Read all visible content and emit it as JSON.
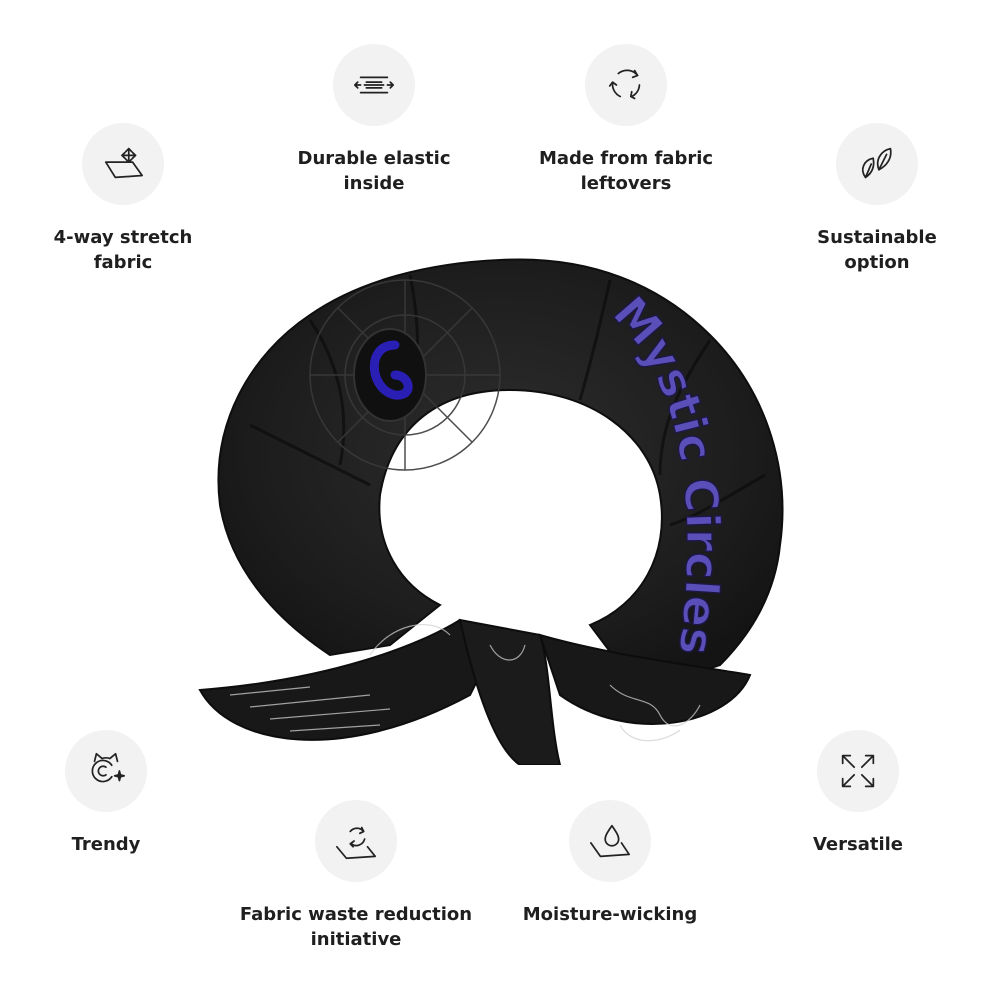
{
  "features": {
    "stretch": {
      "label": "4-way stretch\nfabric",
      "icon": "stretch-arrows-icon"
    },
    "elastic": {
      "label": "Durable elastic\ninside",
      "icon": "elastic-band-icon"
    },
    "leftovers": {
      "label": "Made from fabric\nleftovers",
      "icon": "recycle-arrows-icon"
    },
    "sustain": {
      "label": "Sustainable\noption",
      "icon": "leaves-icon"
    },
    "trendy": {
      "label": "Trendy",
      "icon": "cat-sparkle-icon"
    },
    "waste": {
      "label": "Fabric waste reduction\ninitiative",
      "icon": "fabric-recycle-icon"
    },
    "moisture": {
      "label": "Moisture-wicking",
      "icon": "droplet-fabric-icon"
    },
    "versatile": {
      "label": "Versatile",
      "icon": "expand-arrows-icon"
    }
  },
  "product": {
    "print_text": "Mystic Circles",
    "colors": {
      "fabric": "#1c1c1c",
      "print_accent": "#5a4fb8",
      "logo_blue": "#2a1fb5"
    }
  }
}
